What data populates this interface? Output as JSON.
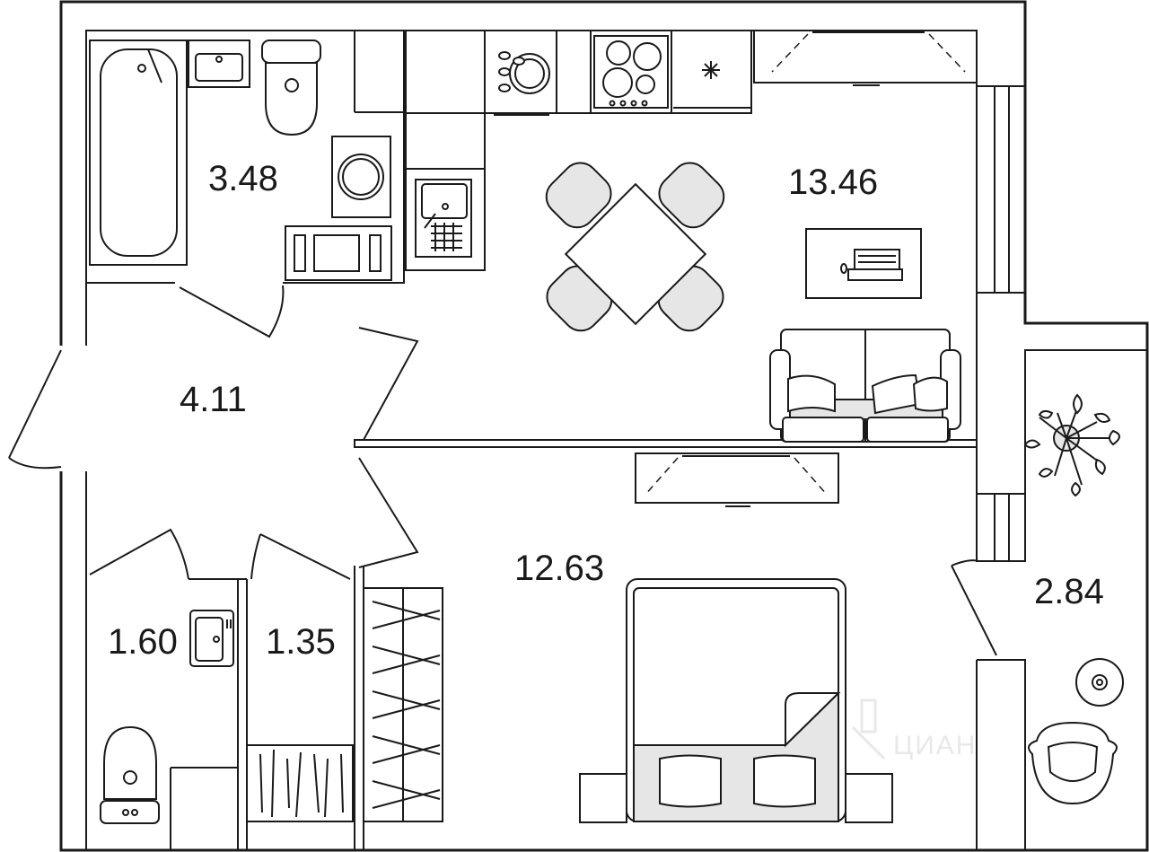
{
  "rooms": [
    {
      "id": "bathroom",
      "area": "3.48"
    },
    {
      "id": "kitchen-living",
      "area": "13.46"
    },
    {
      "id": "hallway",
      "area": "4.11"
    },
    {
      "id": "bedroom",
      "area": "12.63"
    },
    {
      "id": "balcony",
      "area": "2.84"
    },
    {
      "id": "toilet",
      "area": "1.60"
    },
    {
      "id": "storage",
      "area": "1.35"
    }
  ],
  "watermark": "ЦИАН",
  "colors": {
    "line": "#1a1a1a",
    "furniture_fill": "#e6e6e6",
    "background": "#ffffff"
  }
}
